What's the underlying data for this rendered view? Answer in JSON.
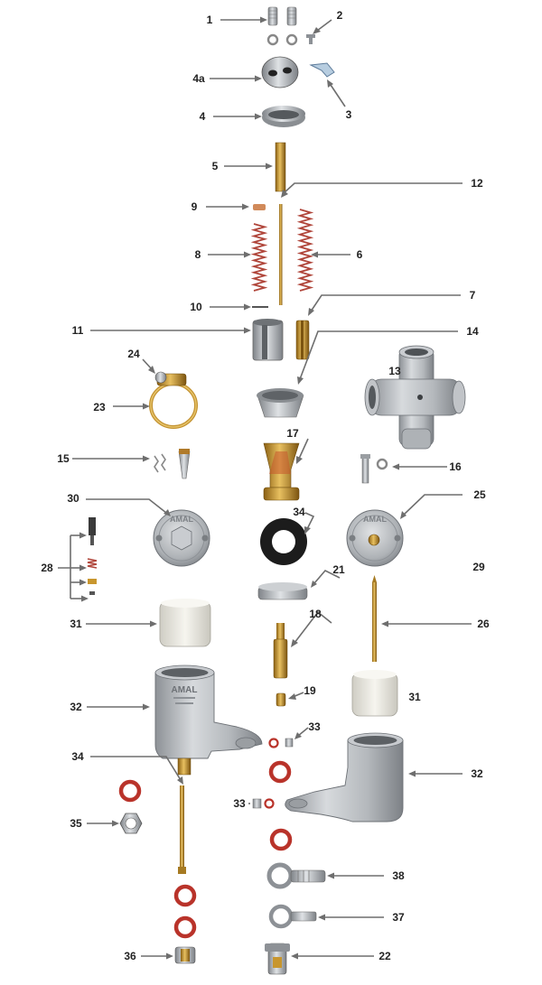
{
  "callouts": {
    "c1": "1",
    "c2": "2",
    "c3": "3",
    "c4a": "4a",
    "c4": "4",
    "c5": "5",
    "c6": "6",
    "c7": "7",
    "c8": "8",
    "c9": "9",
    "c10": "10",
    "c11": "11",
    "c12": "12",
    "c13": "13",
    "c14": "14",
    "c15": "15",
    "c16": "16",
    "c17": "17",
    "c18": "18",
    "c19": "19",
    "c21": "21",
    "c22": "22",
    "c23": "23",
    "c24": "24",
    "c25": "25",
    "c26": "26",
    "c28": "28",
    "c29": "29",
    "c30": "30",
    "c31a": "31",
    "c31b": "31",
    "c32a": "32",
    "c32b": "32",
    "c33a": "33",
    "c33b": "33",
    "c34a": "34",
    "c34b": "34",
    "c35": "35",
    "c36": "36",
    "c37": "37",
    "c38": "38"
  },
  "stamps": {
    "amal": "AMAL",
    "amal_badge_1": "AMAL",
    "amal_badge_2": "AMAL"
  },
  "colors": {
    "leader": "#6e6e6e",
    "brass": "#c8962e",
    "steel": "#a9adb2",
    "aluminium": "#b9bdc2",
    "washer_red": "#b9332a",
    "spring_red": "#b0453a",
    "float_white": "#ecebe4",
    "gasket_black": "#1c1c1c"
  },
  "parts_icons": [
    "screw-icon",
    "grub-screw-icon",
    "cable-adjuster-clip-icon",
    "mixing-chamber-top-icon",
    "top-ring-icon",
    "needle-jet-tube-icon",
    "throttle-spring-icon",
    "air-slide-icon",
    "needle-icon",
    "slide-icon",
    "clamp-ring-icon",
    "carburettor-body-icon",
    "jet-block-icon",
    "float-chamber-cover-icon",
    "float-icon",
    "float-chamber-icon",
    "fibre-washer-icon",
    "banjo-icon",
    "jet-holder-nut-icon",
    "banjo-bolt-icon"
  ]
}
